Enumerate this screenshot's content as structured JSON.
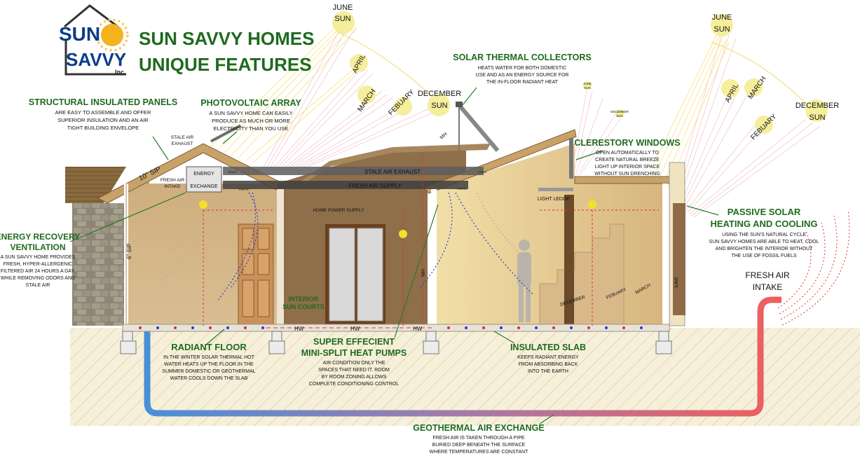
{
  "logo": {
    "line1": "SUN",
    "line2": "SAVVY",
    "inc": "Inc."
  },
  "title": {
    "line1": "SUN SAVVY HOMES",
    "line2": "UNIQUE FEATURES"
  },
  "features": {
    "sip": {
      "title": "STRUCTURAL INSULATED PANELS",
      "lines": [
        "ARE EASY TO ASSEMBLE AND OFFER",
        "SUPERIOR INSULATION AND AN AIR",
        "TIGHT BUILDING ENVELOPE"
      ]
    },
    "pv": {
      "title": "PHOTOVOLTAIC ARRAY",
      "lines": [
        "A SUN SAVVY HOME CAN EASILY",
        "PRODUCE AS MUCH OR MORE",
        "ELECTRICITY THAN YOU USE"
      ]
    },
    "thermal": {
      "title": "SOLAR THERMAL COLLECTORS",
      "lines": [
        "HEATS WATER FOR BOTH DOMESTIC",
        "USE AND AS AN ENERGY SOURCE FOR",
        "THE IN-FLOOR RADIANT HEAT"
      ]
    },
    "clerestory": {
      "title": "CLERESTORY WINDOWS",
      "lines": [
        "OPEN AUTOMATICALLY TO",
        "CREATE NATURAL BREEZE",
        "LIGHT UP INTERIOR SPACE",
        "WITHOUT SUN DRENCHING"
      ]
    },
    "passive": {
      "title1": "PASSIVE SOLAR",
      "title2": "HEATING AND COOLING",
      "lines": [
        "USING THE SUN'S NATURAL CYCLE",
        "SUN SAVVY HOMES ARE ABLE TO HEAT, COOL",
        "AND BRIGHTEN THE INTERIOR WITHOUT",
        "THE USE OF FOSSIL FUELS"
      ]
    },
    "erv": {
      "title1": "ENERGY RECOVERY",
      "title2": "VENTILATION",
      "lines": [
        "A SUN SAVVY HOME PROVIDES",
        "FRESH, HYPER-ALLERGENIC",
        "FILTERED AIR 24 HOURS A DAY.",
        "WHILE REMOVING ODORS AND",
        "STALE AIR"
      ]
    },
    "radiant": {
      "title": "RADIANT FLOOR",
      "lines": [
        "IN THE WINTER SOLAR THERMAL HOT",
        "WATER HEATS UP THE FLOOR.IN THE",
        "SUMMER DOMESTIC OR  GEOTHERMAL",
        "WATER COOLS DOWN THE SLAB"
      ]
    },
    "minisplit": {
      "title1": "SUPER EFFECIENT",
      "title2": "MINI-SPLIT HEAT PUMPS",
      "lines": [
        "AIR CONDITION ONLY THE",
        "SPACES THAT NEED IT. ROOM",
        "BY ROOM ZONING ALLOWS",
        "COMPLETE CONDITIONING CONTROL"
      ]
    },
    "slab": {
      "title": "INSULATED SLAB",
      "lines": [
        "KEEPS RADIANT ENERGY",
        "FROM ABSORBING BACK",
        "INTO THE EARTH"
      ]
    },
    "geo": {
      "title": "GEOTHERMAL AIR EXCHANGE",
      "lines": [
        "FRESH AIR IS TAKEN THROUGH A PIPE",
        "BURIED DEEP BENEATH THE SURFACE",
        "WHERE TEMPERATURES ARE CONSTANT"
      ]
    },
    "suncourts": {
      "line1": "INTERIOR",
      "line2": "SUN COURTS"
    }
  },
  "labels": {
    "stale_air_exhaust_small1": "STALE AIR",
    "stale_air_exhaust_small2": "EXHAUST",
    "energy1": "ENERGY",
    "energy2": "EXCHANGE",
    "fresh_air_intake_small1": "FRESH AIR",
    "fresh_air_intake_small2": "INTAKE",
    "stale_air_exhaust_duct": "STALE AIR EXHAUST",
    "fresh_air_supply_duct": "FRESH AIR SUPPLY",
    "home_power": "HOME POWER SUPPLY",
    "light_ledge": "LIGHT LEDGE",
    "sip10": "10\" SIP",
    "sip6": "6\" SIP",
    "fresh_air_intake_big1": "FRESH AIR",
    "fresh_air_intake_big2": "INTAKE",
    "hw": "HW",
    "mh": "MH",
    "dec_floor": "DECEMBER",
    "feb_floor": "FEBUARY",
    "mar_floor": "MARCH",
    "jun_wall": "JUNE",
    "stale_tag": "STALE",
    "fresh_tag": "FRESH"
  },
  "sun_left": {
    "june1": "JUNE",
    "june2": "SUN",
    "april": "APRIL",
    "march": "MARCH",
    "febuary": "FEBUARY",
    "dec1": "DECEMBER",
    "dec2": "SUN"
  },
  "sun_right": {
    "june1": "JUNE",
    "june2": "SUN",
    "april": "APRIL",
    "march": "MARCH",
    "febuary": "FEBUARY",
    "dec1": "DECEMBER",
    "dec2": "SUN"
  },
  "sun_tiny": {
    "june1": "JUNE",
    "june2": "SUN",
    "dec1": "DECEMBER",
    "dec2": "SUN"
  },
  "colors": {
    "title_green": "#1f6a1f",
    "wall_tan": "#d8b98a",
    "earth": "#f3ecd4",
    "duct": "#4a4a4a",
    "hot_pipe": "#e8655e",
    "cold_pipe": "#4a8fd8"
  }
}
